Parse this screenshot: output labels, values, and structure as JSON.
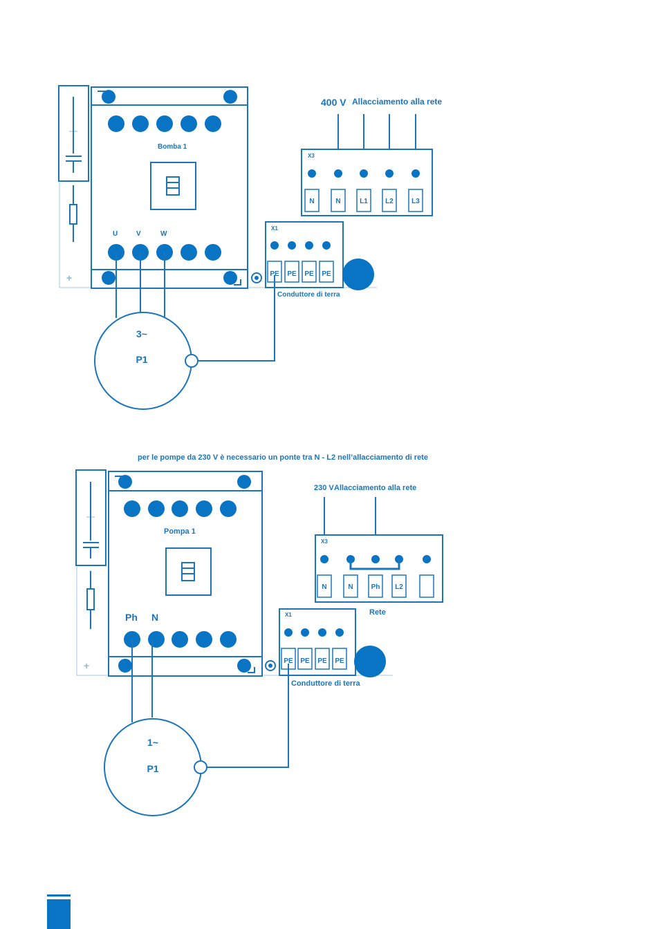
{
  "colors": {
    "accent": "#0a74c4",
    "line": "#1a75bc"
  },
  "diagram1": {
    "supply_voltage": "400 V",
    "supply_label": "Allacciamento alla rete",
    "module_label": "Bomba 1",
    "terminal_letters": [
      "U",
      "V",
      "W"
    ],
    "x3_label": "X3",
    "x3_terminals": [
      "N",
      "N",
      "L1",
      "L2",
      "L3"
    ],
    "x1_label": "X1",
    "x1_terminals": [
      "PE",
      "PE",
      "PE",
      "PE"
    ],
    "earth_label": "Conduttore di terra",
    "motor_phase": "3~",
    "motor_name": "P1"
  },
  "note": "per le pompe da 230 V è necessario un ponte tra N - L2 nell’allacciamento di rete",
  "diagram2": {
    "supply_voltage": "230 V",
    "supply_label": "Allacciamento alla rete",
    "module_label": "Pompa 1",
    "terminal_letters": [
      "Ph",
      "N"
    ],
    "x3_label": "X3",
    "x3_terminals": [
      "N",
      "N",
      "Ph",
      "L2",
      ""
    ],
    "rete_label": "Rete",
    "x1_label": "X1",
    "x1_terminals": [
      "PE",
      "PE",
      "PE",
      "PE"
    ],
    "earth_label": "Conduttore di terra",
    "motor_phase": "1~",
    "motor_name": "P1"
  }
}
